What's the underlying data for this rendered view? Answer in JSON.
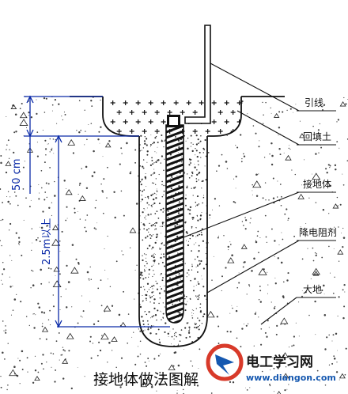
{
  "labels": {
    "lead_wire": "引线",
    "backfill": "回填土",
    "electrode": "接地体",
    "resistance_reducer": "降电阻剂",
    "earth": "大地"
  },
  "dimensions": {
    "top_depth": "50 cm",
    "electrode_depth": "2.5m以上"
  },
  "title": "接地体做法图解",
  "watermark": {
    "name": "电工学习网",
    "url": "www.diangon.com"
  },
  "colors": {
    "dimension": "#0a2aa8",
    "line": "#111111",
    "watermark_red": "#d83a2a",
    "watermark_blue": "#1558b0"
  }
}
